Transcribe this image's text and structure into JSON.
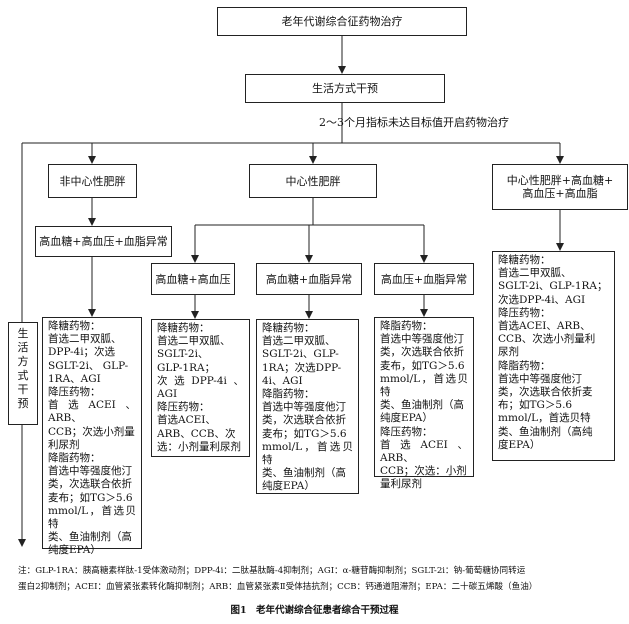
{
  "title": "老年代谢综合征药物治疗",
  "lifestyle": "生活方式干预",
  "lifestyle_side": [
    "生",
    "活",
    "方",
    "式",
    "干",
    "预"
  ],
  "condition": "2～3个月指标未达目标值开启药物治疗",
  "non_central": {
    "label": "非中心性肥胖",
    "sub": "高血糖+高血压+血脂异常",
    "text": [
      "降糖药物：",
      "首选二甲双胍、",
      "DPP-4i；次选",
      "SGLT-2i、 GLP-",
      "1RA、AGI",
      "降压药物：",
      "首选ACEI、ARB、",
      "CCB；次选小剂量",
      "利尿剂",
      "降脂药物：",
      "首选中等强度他汀",
      "类，次选联合依折",
      "麦布；如TG＞5.6",
      "mmol/L，首选贝特",
      "类、鱼油制剂（高",
      "纯度EPA）"
    ]
  },
  "central": {
    "label": "中心性肥胖",
    "branches": [
      {
        "label": "高血糖+高血压",
        "text": [
          "降糖药物：",
          "首选二甲双胍、",
          "SGLT-2i、",
          "GLP-1RA；",
          "次选DPP-4i、AGI",
          "降压药物：",
          "首选ACEI、",
          "ARB、CCB、次",
          "选：小剂量利尿剂"
        ]
      },
      {
        "label": "高血糖+血脂异常",
        "text": [
          "降糖药物：",
          "首选二甲双胍、",
          "SGLT-2i、GLP-",
          "1RA；次选DPP-",
          "4i、AGI",
          "降脂药物：",
          "首选中等强度他汀",
          "类，次选联合依折",
          "麦布；如TG＞5.6",
          "mmol/L，首选贝特",
          "类、鱼油制剂（高",
          "纯度EPA）"
        ]
      },
      {
        "label": "高血压+血脂异常",
        "text": [
          "降脂药物：",
          "首选中等强度他汀",
          "类，次选联合依折",
          "麦布，如TG＞5.6",
          "mmol/L，首选贝特",
          "类、鱼油制剂（高",
          "纯度EPA）",
          "降压药物：",
          "首选ACEI、ARB、",
          "CCB；次选：小剂",
          "量利尿剂"
        ]
      }
    ]
  },
  "central_full": {
    "label_lines": [
      "中心性肥胖+高血糖+",
      "高血压+高血脂"
    ],
    "text": [
      "降糖药物：",
      "首选二甲双胍、",
      "SGLT-2i、GLP-1RA；",
      "次选DPP-4i、AGI",
      "降压药物：",
      "首选ACEI、ARB、",
      "CCB、次选小剂量利",
      "尿剂",
      "降脂药物：",
      "首选中等强度他汀",
      "类，次选联合依折麦",
      "布；如TG＞5.6",
      "mmol/L，首选贝特",
      "类、鱼油制剂（高纯",
      "度EPA）"
    ]
  },
  "note_lines": [
    "注：GLP-1RA：胰高糖素样肽-1受体激动剂；DPP-4i：二肽基肽酶-4抑制剂；AGI：α-糖苷酶抑制剂；SGLT-2i：钠-葡萄糖协同转运",
    "蛋白2抑制剂；ACEI：血管紧张素转化酶抑制剂；ARB：血管紧张素Ⅱ受体拮抗剂；CCB：钙通道阻滞剂；EPA：二十碳五烯酸（鱼油）"
  ],
  "caption": "图1　老年代谢综合征患者综合干预过程"
}
